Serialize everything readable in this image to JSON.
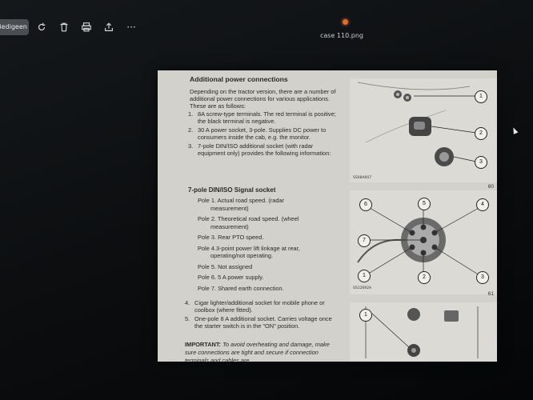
{
  "toolbar": {
    "edit_label": "Bedigeen",
    "icons": [
      "rotate-icon",
      "delete-icon",
      "print-icon",
      "share-icon",
      "more-icon"
    ],
    "more_glyph": "···"
  },
  "file_title": "case 110.png",
  "document": {
    "heading": "Additional power connections",
    "intro": "Depending on the tractor version, there are a number of additional power connections for various applications. These are as follows:",
    "items": [
      {
        "n": "1.",
        "text": "8A screw-type terminals. The red terminal is positive; the black terminal is negative."
      },
      {
        "n": "2.",
        "text": "30 A power socket, 3-pole. Supplies DC power to consumers inside the cab, e.g. the monitor."
      },
      {
        "n": "3.",
        "text": "7-pole DIN/ISO additional socket (with radar equipment only) provides the following information:"
      }
    ],
    "subheading": "7-pole DIN/ISO Signal socket",
    "poles": [
      {
        "line1": "Pole 1. Actual road speed. (radar",
        "line2": "measurement)"
      },
      {
        "line1": "Pole 2. Theoretical road speed. (wheel",
        "line2": "measurement)"
      },
      {
        "line1": "Pole 3. Rear PTO speed.",
        "line2": ""
      },
      {
        "line1": "Pole 4.3-point power lift linkage at rear,",
        "line2": "operating/not operating."
      },
      {
        "line1": "Pole 5. Not assigned",
        "line2": ""
      },
      {
        "line1": "Pole 6. 5 A power supply.",
        "line2": ""
      },
      {
        "line1": "Pole 7. Shared earth connection.",
        "line2": ""
      }
    ],
    "items2": [
      {
        "n": "4.",
        "text": "Cigar lighter/additional socket for mobile phone or coolbox (where fitted)."
      },
      {
        "n": "5.",
        "text": "One-pole 8 A additional socket. Carries voltage once the starter switch is in the \"ON\" position."
      }
    ],
    "important_label": "IMPORTANT:",
    "important_text": "To avoid overheating and damage, make sure connections are tight and secure if connection terminals and cables are"
  },
  "figures": [
    {
      "code": "SS08A007",
      "number": "60",
      "callouts": [
        "1",
        "2",
        "3"
      ]
    },
    {
      "code": "SS12692A",
      "number": "61",
      "callouts": [
        "6",
        "5",
        "4",
        "7",
        "1",
        "2",
        "3"
      ]
    },
    {
      "code": "",
      "number": "",
      "callouts": [
        "1"
      ]
    }
  ]
}
